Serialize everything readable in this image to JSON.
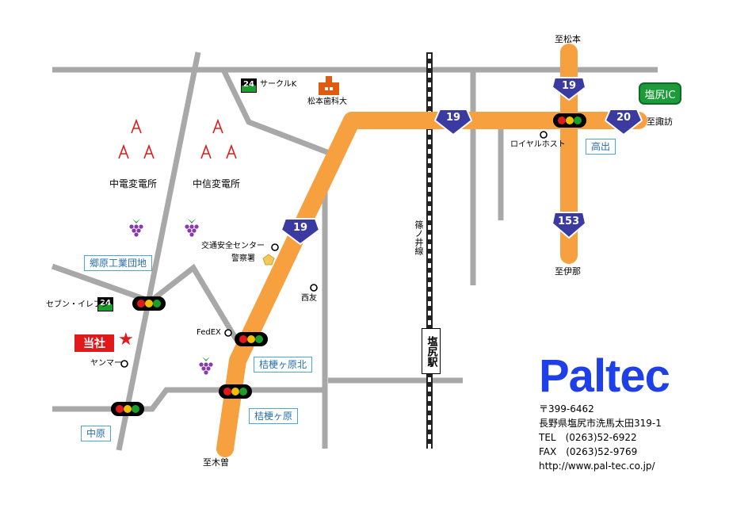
{
  "destinations": {
    "matsumoto": "至松本",
    "suwa": "至諏訪",
    "ina": "至伊那",
    "kiso": "至木曽"
  },
  "route_numbers": {
    "r19": "19",
    "r20": "20",
    "r153": "153"
  },
  "interchange": "塩尻IC",
  "station": "塩尻駅",
  "rail_line": "篠ノ井線",
  "hq_label": "当社",
  "landmarks": {
    "circle_k": "サークルK",
    "dental_univ": "松本歯科大",
    "royal_host": "ロイヤルホスト",
    "chuden": "中電変電所",
    "chushin": "中信変電所",
    "safety_center": "交通安全センター",
    "police": "警察署",
    "nishitomo": "西友",
    "seven": "セブン・イレブン",
    "fedex": "FedEX",
    "yanmar": "ヤンマー"
  },
  "place_boxes": {
    "takaide": "高出",
    "gohara": "郷原工業団地",
    "kikyo_north": "桔梗ヶ原北",
    "kikyo": "桔梗ヶ原",
    "nakahara": "中原"
  },
  "badge_24": "24",
  "company": {
    "name": "Paltec",
    "postal": "〒399-6462",
    "address": "長野県塩尻市洗馬太田319-1",
    "tel": "TEL　(0263)52-6922",
    "fax": "FAX　(0263)52-9769",
    "url": "http://www.pal-tec.co.jp/"
  },
  "colors": {
    "main_road": "#f7a03f",
    "road": "#a8a8a8",
    "shield": "#3a3aa0",
    "signal_red": "#e01a1a",
    "signal_yellow": "#f0c000",
    "signal_green": "#1aa02a"
  }
}
